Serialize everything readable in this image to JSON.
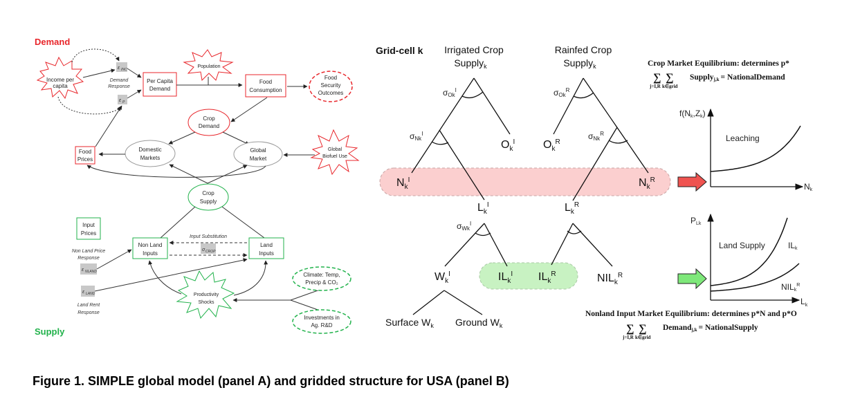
{
  "caption": "Figure 1. SIMPLE global model (panel A) and gridded structure for USA (panel B)",
  "panel_a": {
    "headings": {
      "demand": "Demand",
      "supply": "Supply"
    },
    "colors": {
      "demand": "#e8262b",
      "supply": "#21b24b",
      "neutral": "#9a9a9a"
    },
    "nodes": {
      "income": [
        "Income per",
        "capita"
      ],
      "population": [
        "Population"
      ],
      "per_capita_demand": [
        "Per Capita",
        "Demand"
      ],
      "food_consumption": [
        "Food",
        "Consumption"
      ],
      "food_security": [
        "Food",
        "Security",
        "Outcomes"
      ],
      "crop_demand": [
        "Crop",
        "Demand"
      ],
      "domestic_markets": [
        "Domestic",
        "Markets"
      ],
      "global_market": [
        "Global",
        "Market"
      ],
      "global_biofuel": [
        "Global",
        "Biofuel Use"
      ],
      "food_prices": [
        "Food",
        "Prices"
      ],
      "crop_supply": [
        "Crop",
        "Supply"
      ],
      "input_prices": [
        "Input",
        "Prices"
      ],
      "non_land_inputs": [
        "Non Land",
        "Inputs"
      ],
      "land_inputs": [
        "Land",
        "Inputs"
      ],
      "productivity_shocks": [
        "Productivity",
        "Shocks"
      ],
      "climate": [
        "Climate: Temp,",
        "Precip & CO₂"
      ],
      "investments": [
        "Investments in",
        "Ag. R&D"
      ]
    },
    "params": {
      "eps_inc": "ε",
      "eps_inc_sub": "INC",
      "eps_p": "ε",
      "eps_p_sub": "P",
      "sigma_crop": "σ",
      "sigma_crop_sub": "CROP",
      "eps_nland": "ε",
      "eps_nland_sub": "NLAND",
      "eps_land": "ε",
      "eps_land_sub": "LAND"
    },
    "labels": {
      "demand_response": [
        "Demand",
        "Response"
      ],
      "input_substitution": "Input Substitution",
      "non_land_price_response": [
        "Non Land Price",
        "Response"
      ],
      "land_rent_response": [
        "Land Rent",
        "Response"
      ]
    }
  },
  "panel_b": {
    "grid_cell_label": "Grid-cell k",
    "irrigated_supply": [
      "Irrigated Crop",
      "Supply"
    ],
    "rainfed_supply": [
      "Rainfed Crop",
      "Supply"
    ],
    "sub_k": "k",
    "sigma": "σ",
    "sigma_labels": {
      "ok_i": {
        "sub": "Ok",
        "sup": "I"
      },
      "ok_r": {
        "sub": "Ok",
        "sup": "R"
      },
      "nk_i": {
        "sub": "Nk",
        "sup": "I"
      },
      "nk_r": {
        "sub": "Nk",
        "sup": "R"
      },
      "wk_i": {
        "sub": "Wk",
        "sup": "I"
      }
    },
    "tree_nodes": {
      "o_i": {
        "base": "O",
        "sup": "I"
      },
      "o_r": {
        "base": "O",
        "sup": "R"
      },
      "n_i": {
        "base": "N",
        "sup": "I"
      },
      "n_r": {
        "base": "N",
        "sup": "R"
      },
      "l_i": {
        "base": "L",
        "sup": "I"
      },
      "l_r": {
        "base": "L",
        "sup": "R"
      },
      "w_i": {
        "base": "W",
        "sup": "I"
      },
      "il_i": {
        "base": "IL",
        "sup": "I"
      },
      "il_r": {
        "base": "IL",
        "sup": "R"
      },
      "nil_r": {
        "base": "NIL",
        "sup": "R"
      },
      "surface_w": "Surface W",
      "ground_w": "Ground W"
    },
    "highlights": {
      "nitrogen_band": "#fbcfcf",
      "land_band": "#c8f2c2"
    },
    "arrows": {
      "red": "#ef5350",
      "green": "#7ee87a"
    },
    "crop_market": {
      "title": "Crop Market Equilibrium: determines p*",
      "sum1_sub": "j=I,R",
      "sum2_sub": "k∈grid",
      "lhs": "Supply",
      "lhs_sub": "j,k",
      "rhs": "= NationalDemand"
    },
    "leaching_plot": {
      "y_label": "f(N",
      "y_label_full": "f(Nk,Zk)",
      "x_label": "N",
      "curve_label": "Leaching"
    },
    "land_supply_plot": {
      "y_label": "P",
      "y_label_sub": "Lk",
      "x_label": "L",
      "curve_label": "Land Supply",
      "curve_il": "IL",
      "curve_nil": "NIL"
    },
    "nonland_market": {
      "title": "Nonland Input Market Equilibrium: determines p*N and p*O",
      "sum1_sub": "j=I,R",
      "sum2_sub": "k∈grid",
      "lhs": "Demand",
      "lhs_sub": "j,k",
      "rhs": "= NationalSupply"
    }
  }
}
